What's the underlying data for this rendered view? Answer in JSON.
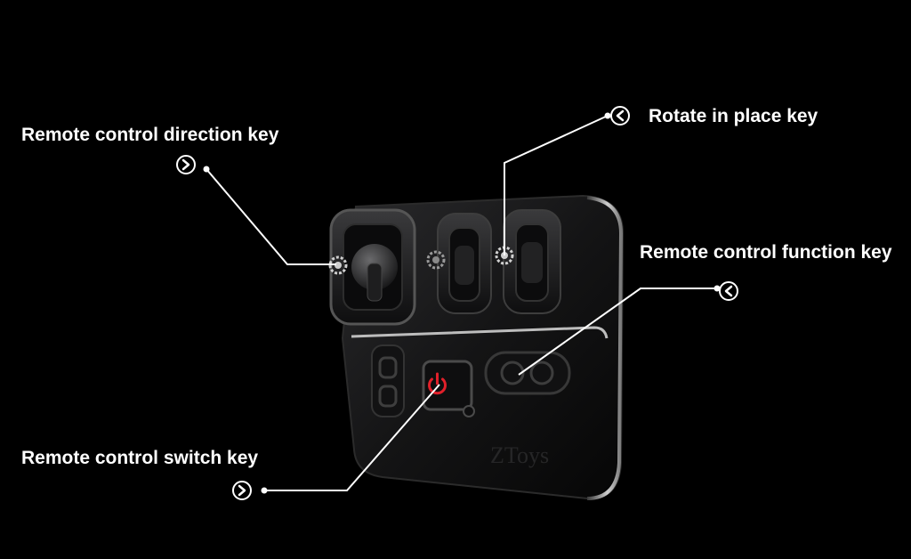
{
  "callouts": {
    "direction_key": "Remote control direction key",
    "rotate_key": "Rotate in place key",
    "function_key": "Remote control function key",
    "switch_key": "Remote control switch key"
  },
  "device": {
    "brand_mark": "ZToys"
  },
  "icons": {
    "direction": "chevron-right-icon",
    "rotate": "chevron-left-icon",
    "function": "chevron-left-icon",
    "switch": "chevron-right-icon",
    "power": "power-icon"
  },
  "colors": {
    "background": "#000000",
    "text": "#ffffff",
    "power_accent": "#e0202a"
  }
}
